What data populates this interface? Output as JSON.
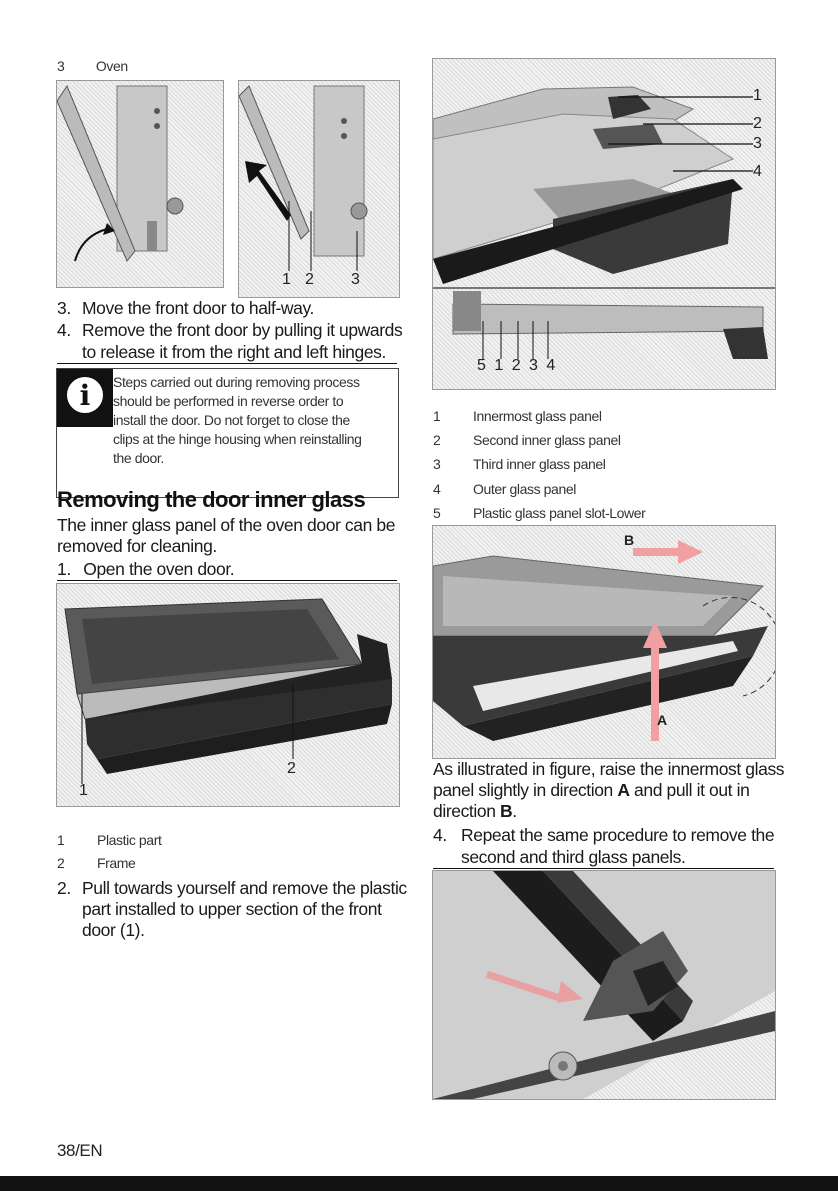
{
  "left": {
    "top_label": {
      "num": "3",
      "text": "Oven"
    },
    "fig1_callouts": [
      "1",
      "2",
      "3"
    ],
    "steps_a": [
      {
        "num": "3.",
        "text": "Move the front door to half-way."
      },
      {
        "num": "4.",
        "line1": "Remove the front door by pulling it upwards",
        "line2": "to release it from the right and left hinges."
      }
    ],
    "info": {
      "lines": [
        "Steps carried out during removing process",
        "should be performed in reverse order to",
        "install the door. Do not forget to close the",
        "clips at the hinge housing when reinstalling",
        "the door."
      ]
    },
    "heading": "Removing the door inner glass",
    "intro": [
      "The inner glass panel of the oven door can be",
      "removed for cleaning."
    ],
    "step1": {
      "num": "1.",
      "text": "Open the oven door."
    },
    "fig2_callouts": [
      "2",
      "1"
    ],
    "legend": [
      {
        "num": "1",
        "text": "Plastic part"
      },
      {
        "num": "2",
        "text": "Frame"
      }
    ],
    "step2": {
      "num": "2.",
      "lines": [
        "Pull towards yourself and remove the plastic",
        "part installed to upper section of the front",
        "door (1)."
      ]
    }
  },
  "right": {
    "fig_top_callouts": [
      "1",
      "2",
      "3",
      "4"
    ],
    "fig_bottom_callouts": "5 1 2 3 4",
    "legend": [
      {
        "num": "1",
        "text": "Innermost glass panel"
      },
      {
        "num": "2",
        "text": "Second inner glass panel"
      },
      {
        "num": "3",
        "text": "Third inner glass panel"
      },
      {
        "num": "4",
        "text": "Outer glass panel"
      },
      {
        "num": "5",
        "text": "Plastic glass panel slot-Lower"
      }
    ],
    "fig_ab": {
      "a": "A",
      "b": "B"
    },
    "para": {
      "line1": "As illustrated in figure, raise the innermost glass",
      "line2_pre": "panel slightly in direction ",
      "line2_a": "A",
      "line2_post": " and pull it out in",
      "line3_pre": "direction ",
      "line3_b": "B",
      "line3_post": "."
    },
    "step4": {
      "num": "4.",
      "line1": "Repeat the same procedure to remove the",
      "line2": "second and third glass panels."
    }
  },
  "footer": {
    "page": "38/EN"
  }
}
